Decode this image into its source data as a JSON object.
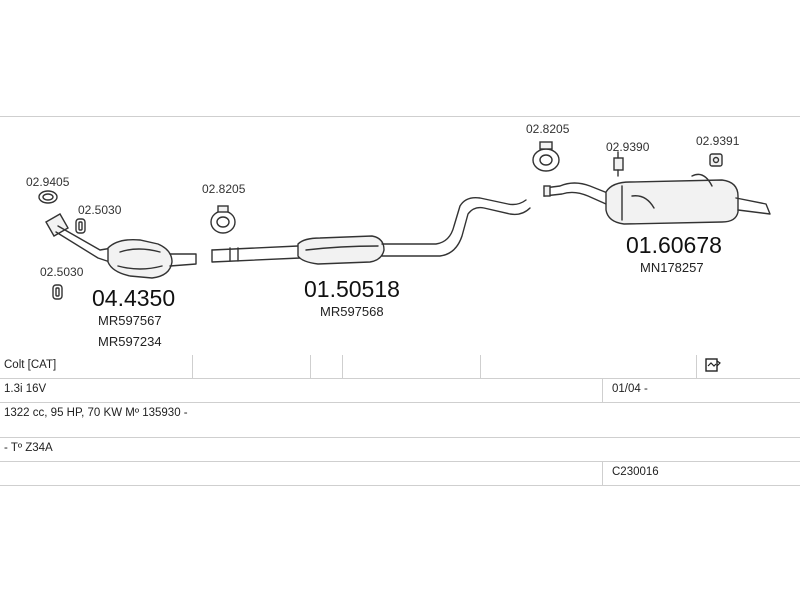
{
  "parts": {
    "p_02_9405": "02.9405",
    "p_02_5030_a": "02.5030",
    "p_02_5030_b": "02.5030",
    "p_02_8205_a": "02.8205",
    "p_02_8205_b": "02.8205",
    "p_02_9390": "02.9390",
    "p_02_9391": "02.9391",
    "cat_code": "04.4350",
    "cat_ref1": "MR597567",
    "cat_ref2": "MR597234",
    "mid_code": "01.50518",
    "mid_ref": "MR597568",
    "rear_code": "01.60678",
    "rear_ref": "MN178257"
  },
  "table": {
    "model": "Colt  [CAT]",
    "engine": "1.3i 16V",
    "date": "01/04 -",
    "specs": "1322 cc, 95 HP, 70 KW  Mº 135930 -",
    "type": "- Tº Z34A",
    "ref": "C230016",
    "attachment_icon": "document-icon"
  }
}
